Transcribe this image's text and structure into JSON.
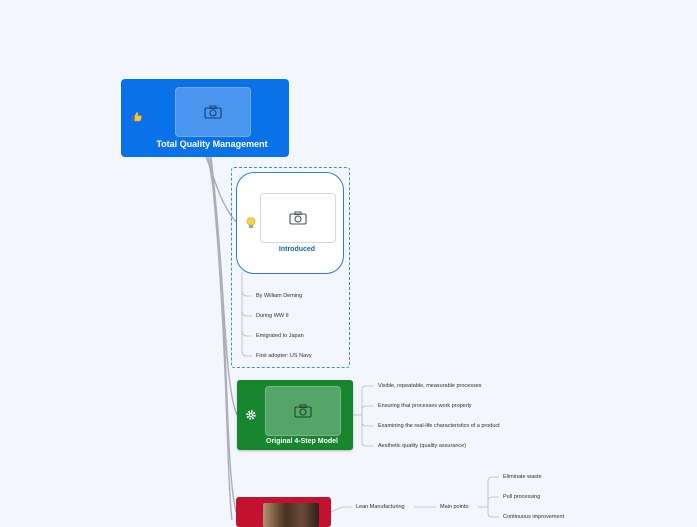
{
  "central": {
    "title": "Total Quality Management",
    "icon": "thumbs-up-icon"
  },
  "introduced": {
    "title": "Introduced",
    "icon": "lightbulb-icon",
    "items": [
      "By William Deming",
      "During WW II",
      "Emigrated to Japan",
      "First adopter: US Navy"
    ]
  },
  "original_model": {
    "title": "Original 4-Step Model",
    "icon": "gear-icon",
    "items": [
      "Visible, repeatable, measurable processes",
      "Ensuring that processes work properly",
      "Examining  the real-life characteristics of a product",
      "Aesthetic quality (quality assurance)"
    ]
  },
  "lean": {
    "label": "Lean Manufacturing",
    "sub_label": "Main points:",
    "items": [
      "Eliminate waste",
      "Pull processing",
      "Continuous improvement"
    ]
  },
  "colors": {
    "background": "#f3f6fd",
    "central": "#0a72e8",
    "introduced_border": "#2f7bd0",
    "model": "#17862f",
    "lean": "#c3122f"
  }
}
